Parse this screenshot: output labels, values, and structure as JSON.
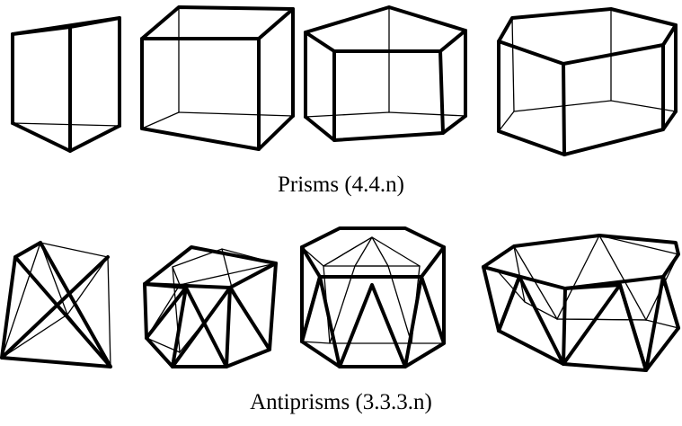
{
  "captions": {
    "prisms": "Prisms  (4.4.n)",
    "antiprisms": "Antiprisms  (3.3.3.n)"
  },
  "figures": {
    "prisms": [
      "triangular-prism",
      "square-prism",
      "pentagonal-prism",
      "hexagonal-prism"
    ],
    "antiprisms": [
      "triangular-antiprism",
      "square-antiprism",
      "pentagonal-antiprism",
      "hexagonal-antiprism"
    ]
  },
  "colors": {
    "stroke": "#000000",
    "background": "#ffffff"
  }
}
